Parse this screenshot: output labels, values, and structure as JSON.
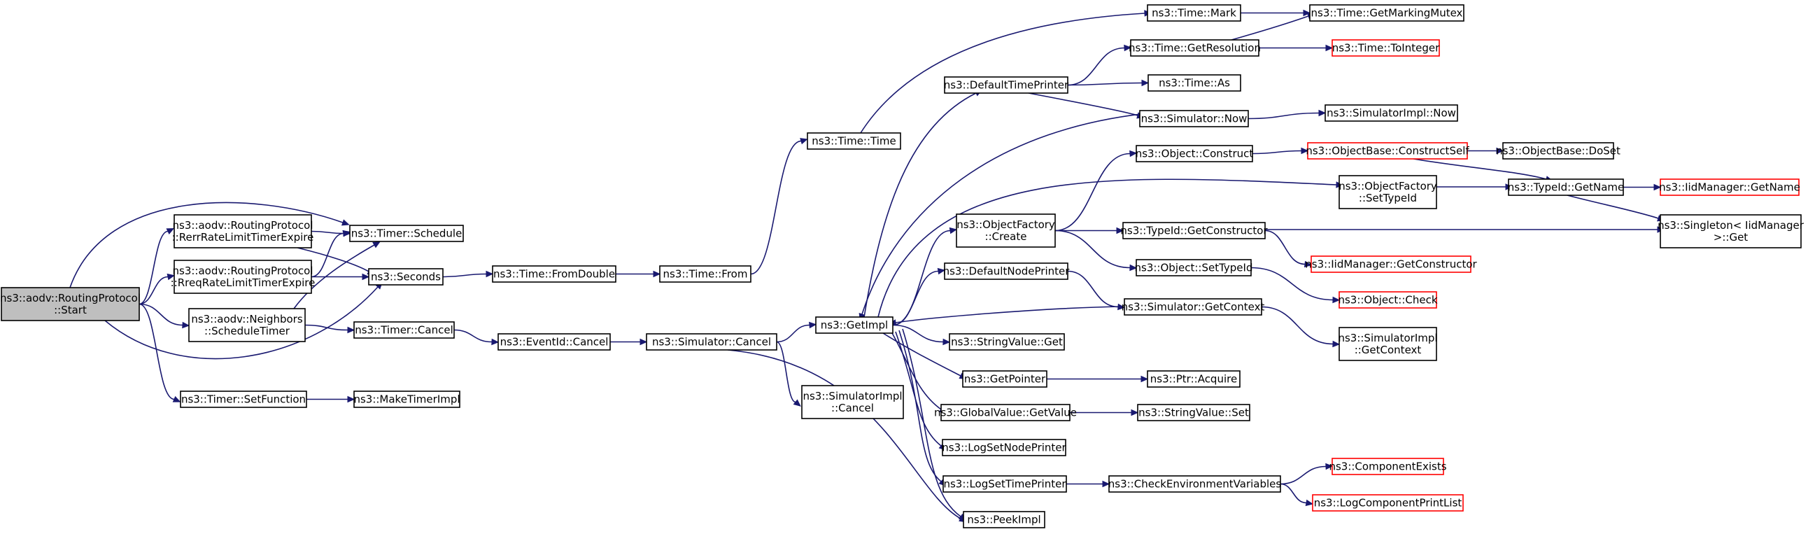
{
  "colors": {
    "edge": "#191970",
    "root_fill": "#bfbfbf",
    "node_border": "#000000",
    "truncated_border": "#ff0000"
  },
  "nodes": [
    {
      "id": "start",
      "lines": [
        "ns3::aodv::RoutingProtocol",
        "::Start"
      ],
      "root": true
    },
    {
      "id": "rerr",
      "lines": [
        "ns3::aodv::RoutingProtocol",
        "::RerrRateLimitTimerExpire"
      ]
    },
    {
      "id": "rreq",
      "lines": [
        "ns3::aodv::RoutingProtocol",
        "::RreqRateLimitTimerExpire"
      ]
    },
    {
      "id": "neigh",
      "lines": [
        "ns3::aodv::Neighbors",
        "::ScheduleTimer"
      ]
    },
    {
      "id": "setfunc",
      "lines": [
        "ns3::Timer::SetFunction"
      ]
    },
    {
      "id": "schedule",
      "lines": [
        "ns3::Timer::Schedule"
      ]
    },
    {
      "id": "seconds",
      "lines": [
        "ns3::Seconds"
      ]
    },
    {
      "id": "tcancel",
      "lines": [
        "ns3::Timer::Cancel"
      ]
    },
    {
      "id": "maketimer",
      "lines": [
        "ns3::MakeTimerImpl"
      ]
    },
    {
      "id": "fromdouble",
      "lines": [
        "ns3::Time::FromDouble"
      ]
    },
    {
      "id": "ecancel",
      "lines": [
        "ns3::EventId::Cancel"
      ]
    },
    {
      "id": "from",
      "lines": [
        "ns3::Time::From"
      ]
    },
    {
      "id": "scancel",
      "lines": [
        "ns3::Simulator::Cancel"
      ]
    },
    {
      "id": "time",
      "lines": [
        "ns3::Time::Time"
      ]
    },
    {
      "id": "sicancel",
      "lines": [
        "ns3::SimulatorImpl",
        "::Cancel"
      ]
    },
    {
      "id": "getimpl",
      "lines": [
        "ns3::GetImpl"
      ]
    },
    {
      "id": "dtp",
      "lines": [
        "ns3::DefaultTimePrinter"
      ]
    },
    {
      "id": "ofcreate",
      "lines": [
        "ns3::ObjectFactory",
        "::Create"
      ]
    },
    {
      "id": "dnp",
      "lines": [
        "ns3::DefaultNodePrinter"
      ]
    },
    {
      "id": "svget",
      "lines": [
        "ns3::StringValue::Get"
      ]
    },
    {
      "id": "getptr",
      "lines": [
        "ns3::GetPointer"
      ]
    },
    {
      "id": "gvget",
      "lines": [
        "ns3::GlobalValue::GetValue"
      ]
    },
    {
      "id": "lsnp",
      "lines": [
        "ns3::LogSetNodePrinter"
      ]
    },
    {
      "id": "lstp",
      "lines": [
        "ns3::LogSetTimePrinter"
      ]
    },
    {
      "id": "peek",
      "lines": [
        "ns3::PeekImpl"
      ]
    },
    {
      "id": "mark",
      "lines": [
        "ns3::Time::Mark"
      ]
    },
    {
      "id": "getres",
      "lines": [
        "ns3::Time::GetResolution"
      ]
    },
    {
      "id": "as",
      "lines": [
        "ns3::Time::As"
      ]
    },
    {
      "id": "snow",
      "lines": [
        "ns3::Simulator::Now"
      ]
    },
    {
      "id": "oconstruct",
      "lines": [
        "ns3::Object::Construct"
      ]
    },
    {
      "id": "tgetctor",
      "lines": [
        "ns3::TypeId::GetConstructor"
      ]
    },
    {
      "id": "osettid",
      "lines": [
        "ns3::Object::SetTypeId"
      ]
    },
    {
      "id": "sgetctx",
      "lines": [
        "ns3::Simulator::GetContext"
      ]
    },
    {
      "id": "acquire",
      "lines": [
        "ns3::Ptr::Acquire"
      ]
    },
    {
      "id": "svset",
      "lines": [
        "ns3::StringValue::Set"
      ]
    },
    {
      "id": "cev",
      "lines": [
        "ns3::CheckEnvironmentVariables"
      ]
    },
    {
      "id": "gmm",
      "lines": [
        "ns3::Time::GetMarkingMutex"
      ]
    },
    {
      "id": "toint",
      "lines": [
        "ns3::Time::ToInteger"
      ],
      "truncated": true
    },
    {
      "id": "sinow",
      "lines": [
        "ns3::SimulatorImpl::Now"
      ]
    },
    {
      "id": "obcs",
      "lines": [
        "ns3::ObjectBase::ConstructSelf"
      ],
      "truncated": true
    },
    {
      "id": "ofsettid",
      "lines": [
        "ns3::ObjectFactory",
        "::SetTypeId"
      ]
    },
    {
      "id": "imgetctor",
      "lines": [
        "ns3::IidManager::GetConstructor"
      ],
      "truncated": true
    },
    {
      "id": "ocheck",
      "lines": [
        "ns3::Object::Check"
      ],
      "truncated": true
    },
    {
      "id": "sigetctx",
      "lines": [
        "ns3::SimulatorImpl",
        "::GetContext"
      ]
    },
    {
      "id": "compex",
      "lines": [
        "ns3::ComponentExists"
      ],
      "truncated": true
    },
    {
      "id": "lcpl",
      "lines": [
        "ns3::LogComponentPrintList"
      ],
      "truncated": true
    },
    {
      "id": "obdoset",
      "lines": [
        "ns3::ObjectBase::DoSet"
      ]
    },
    {
      "id": "tgetname",
      "lines": [
        "ns3::TypeId::GetName"
      ]
    },
    {
      "id": "imgetname",
      "lines": [
        "ns3::IidManager::GetName"
      ],
      "truncated": true
    },
    {
      "id": "singleton",
      "lines": [
        "ns3::Singleton< IidManager",
        ">::Get"
      ]
    }
  ],
  "edges": [
    [
      "start",
      "rerr"
    ],
    [
      "start",
      "rreq"
    ],
    [
      "start",
      "neigh"
    ],
    [
      "start",
      "setfunc"
    ],
    [
      "start",
      "schedule"
    ],
    [
      "start",
      "seconds"
    ],
    [
      "rerr",
      "schedule"
    ],
    [
      "rerr",
      "seconds"
    ],
    [
      "rreq",
      "schedule"
    ],
    [
      "rreq",
      "seconds"
    ],
    [
      "neigh",
      "schedule"
    ],
    [
      "neigh",
      "tcancel"
    ],
    [
      "setfunc",
      "maketimer"
    ],
    [
      "seconds",
      "fromdouble"
    ],
    [
      "fromdouble",
      "from"
    ],
    [
      "from",
      "time"
    ],
    [
      "time",
      "mark"
    ],
    [
      "tcancel",
      "ecancel"
    ],
    [
      "ecancel",
      "scancel"
    ],
    [
      "scancel",
      "getimpl"
    ],
    [
      "scancel",
      "sicancel"
    ],
    [
      "scancel",
      "peek"
    ],
    [
      "getimpl",
      "dtp"
    ],
    [
      "getimpl",
      "ofcreate"
    ],
    [
      "getimpl",
      "dnp"
    ],
    [
      "getimpl",
      "svget"
    ],
    [
      "getimpl",
      "getptr"
    ],
    [
      "getimpl",
      "gvget"
    ],
    [
      "getimpl",
      "lsnp"
    ],
    [
      "getimpl",
      "lstp"
    ],
    [
      "getimpl",
      "peek"
    ],
    [
      "getimpl",
      "ofsettid"
    ],
    [
      "dtp",
      "getres"
    ],
    [
      "dtp",
      "as"
    ],
    [
      "dtp",
      "snow"
    ],
    [
      "snow",
      "getimpl"
    ],
    [
      "snow",
      "sinow"
    ],
    [
      "mark",
      "gmm"
    ],
    [
      "getres",
      "gmm"
    ],
    [
      "getres",
      "toint"
    ],
    [
      "ofcreate",
      "oconstruct"
    ],
    [
      "ofcreate",
      "tgetctor"
    ],
    [
      "ofcreate",
      "osettid"
    ],
    [
      "oconstruct",
      "obcs"
    ],
    [
      "obcs",
      "obdoset"
    ],
    [
      "obcs",
      "tgetname"
    ],
    [
      "ofsettid",
      "tgetname"
    ],
    [
      "tgetname",
      "imgetname"
    ],
    [
      "tgetname",
      "singleton"
    ],
    [
      "tgetctor",
      "singleton"
    ],
    [
      "tgetctor",
      "imgetctor"
    ],
    [
      "osettid",
      "ocheck"
    ],
    [
      "dnp",
      "sgetctx"
    ],
    [
      "sgetctx",
      "getimpl"
    ],
    [
      "sgetctx",
      "sigetctx"
    ],
    [
      "getptr",
      "acquire"
    ],
    [
      "gvget",
      "svset"
    ],
    [
      "lstp",
      "cev"
    ],
    [
      "cev",
      "compex"
    ],
    [
      "cev",
      "lcpl"
    ]
  ]
}
